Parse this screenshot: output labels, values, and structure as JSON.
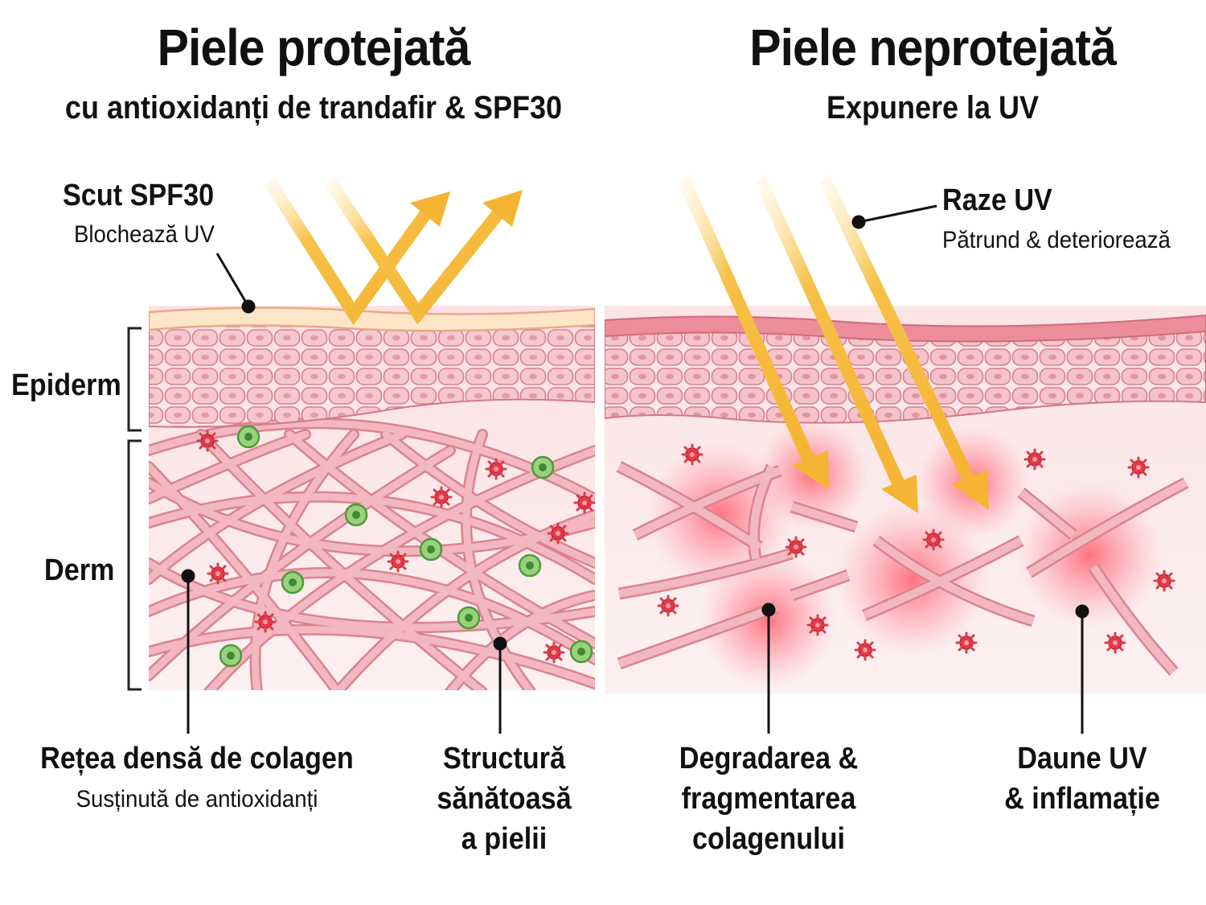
{
  "left_panel": {
    "title": "Piele protejată",
    "subtitle": "cu antioxidanți de trandafir & SPF30",
    "shield_title": "Scut SPF30",
    "shield_desc": "Blochează UV",
    "layer_epidermis": "Epiderm",
    "layer_dermis": "Derm",
    "collagen_title": "Rețea densă de colagen",
    "collagen_desc": "Susținută de antioxidanți",
    "structure_label": "Structură\nsănătoasă\na pielii"
  },
  "right_panel": {
    "title": "Piele neprotejată",
    "subtitle": "Expunere la UV",
    "uv_title": "Raze UV",
    "uv_desc": "Pătrund & deteriorează",
    "degradation_label": "Degradarea &\nfragmentarea\ncolagenului",
    "damage_label": "Daune UV\n& inflamație"
  },
  "colors": {
    "uv_ray": "#f7c047",
    "skin_pink": "#f3b8c0",
    "collagen": "#f0a8b2",
    "antioxidant_cell": "#7cc66a",
    "free_radical": "#e03a48",
    "inflammation": "#ff5a6a"
  }
}
